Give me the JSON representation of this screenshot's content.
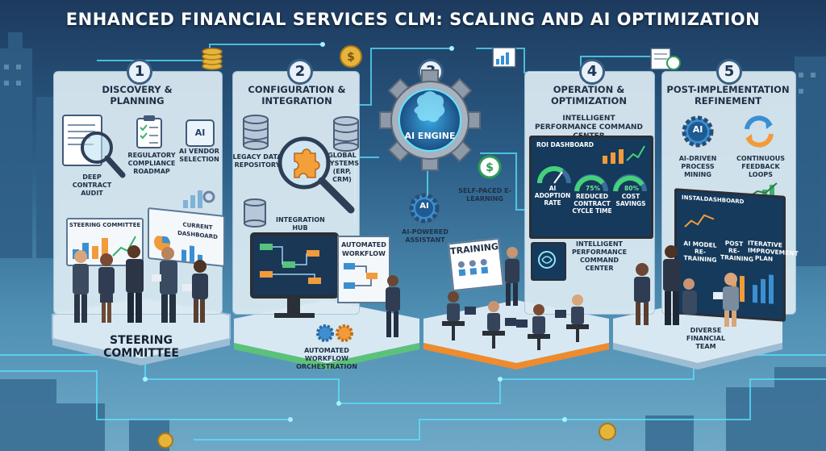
{
  "title": "ENHANCED FINANCIAL SERVICES CLM: SCALING AND AI OPTIMIZATION",
  "stages": [
    {
      "number": "1",
      "title": "DISCOVERY & PLANNING",
      "labels": {
        "deep_audit": "DEEP CONTRACT AUDIT",
        "roadmap": "REGULATORY COMPLIANCE ROADMAP",
        "vendor": "AI VENDOR SELECTION",
        "steering_board": "STEERING COMMITTEE",
        "dashboard_board": "CURRENT DASHBOARD",
        "ai_badge": "AI",
        "committee": "STEERING COMMITTEE"
      }
    },
    {
      "number": "2",
      "title": "CONFIGURATION & INTEGRATION",
      "labels": {
        "legacy": "LEGACY DATA REPOSITORY",
        "global": "GLOBAL SYSTEMS (ERP, CRM)",
        "hub": "INTEGRATION HUB",
        "workflow_board": "AUTOMATED WORKFLOW",
        "orchestration": "AUTOMATED WORKFLOW ORCHESTRATION"
      }
    },
    {
      "number": "3",
      "labels": {
        "engine": "AI ENGINE",
        "assistant": "AI-POWERED ASSISTANT",
        "assistant_badge": "AI",
        "elearning": "SELF-PACED E-LEARNING",
        "training": "TRAINING"
      }
    },
    {
      "number": "4",
      "title": "OPERATION & OPTIMIZATION",
      "labels": {
        "command_center": "INTELLIGENT PERFORMANCE COMMAND CENTER",
        "roi": "ROI DASHBOARD",
        "adoption": "AI ADOPTION RATE",
        "cycle_pct": "75%",
        "cycle": "REDUCED CONTRACT CYCLE TIME",
        "savings_pct": "80%",
        "savings": "COST SAVINGS",
        "command_center_2": "INTELLIGENT PERFORMANCE COMMAND CENTER"
      }
    },
    {
      "number": "5",
      "title": "POST-IMPLEMENTATION REFINEMENT",
      "labels": {
        "mining_badge": "AI",
        "mining": "AI-DRIVEN PROCESS MINING",
        "feedback": "CONTINUOUS FEEDBACK LOOPS",
        "dash": "INSTALDASHBOARD",
        "retraining": "AI MODEL RE-TRAINING",
        "post": "POST RE-TRAINING",
        "plan": "ITERATIVE IMPROVEMENT PLAN",
        "team": "DIVERSE FINANCIAL TEAM"
      }
    }
  ],
  "colors": {
    "panel": "#dcebf3",
    "platform_green": "#5cc27a",
    "platform_orange": "#ef8b2c",
    "accent_cyan": "#38d9ff",
    "dashboard": "#153a5c"
  }
}
